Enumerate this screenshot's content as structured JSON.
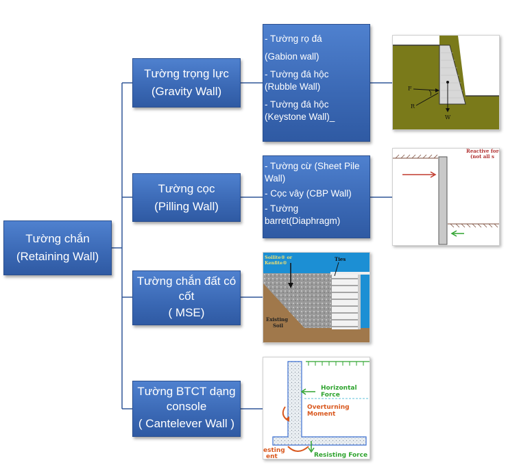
{
  "root": {
    "line1": "Tường chắn",
    "line2": "(Retaining Wall)"
  },
  "gravity": {
    "line1": "Tường trọng lực",
    "line2": "(Gravity Wall)",
    "items": [
      "- Tường rọ đá",
      "(Gabion wall)",
      "- Tường đá hộc",
      "(Rubble Wall)",
      "- Tường đá hộc",
      "(Keystone Wall)_"
    ],
    "figure_labels": {
      "f": "F",
      "r": "R",
      "w": "W"
    }
  },
  "pile": {
    "line1": "Tường cọc",
    "line2": "(Pilling Wall)",
    "items": [
      "- Tường cừ (Sheet Pile",
      "Wall)",
      "- Cọc vây (CBP Wall)",
      "- Tường",
      "barret(Diaphragm)"
    ],
    "figure_labels": {
      "force_1": "Reactive force",
      "force_2": "(not all s"
    }
  },
  "mse": {
    "line1": "Tường chắn đất có",
    "line2": "cốt",
    "line3": "( MSE)",
    "figure_labels": {
      "backfill_1": "Soilite® or",
      "backfill_2": "Kenfite®",
      "ties": "Ties",
      "soil_1": "Existing",
      "soil_2": "Soil"
    }
  },
  "cantilever": {
    "line1": "Tường BTCT dạng",
    "line2": "console",
    "line3": "( Cantelever Wall )",
    "figure_labels": {
      "horizontal_1": "Horizontal",
      "horizontal_2": "Force",
      "overturning_1": "Overturning",
      "overturning_2": "Moment",
      "resisting_force": "Resisting Force",
      "resisting_moment_1": "esting",
      "resisting_moment_2": "ent"
    }
  },
  "colors": {
    "box_fill": "#3f6fbf",
    "box_border": "#2a4f8f",
    "connector": "#2f5597",
    "soil": "#7a7a1a",
    "arrow_red": "#c0392b",
    "label_green": "#2ea32e",
    "label_orange": "#d9581e"
  }
}
